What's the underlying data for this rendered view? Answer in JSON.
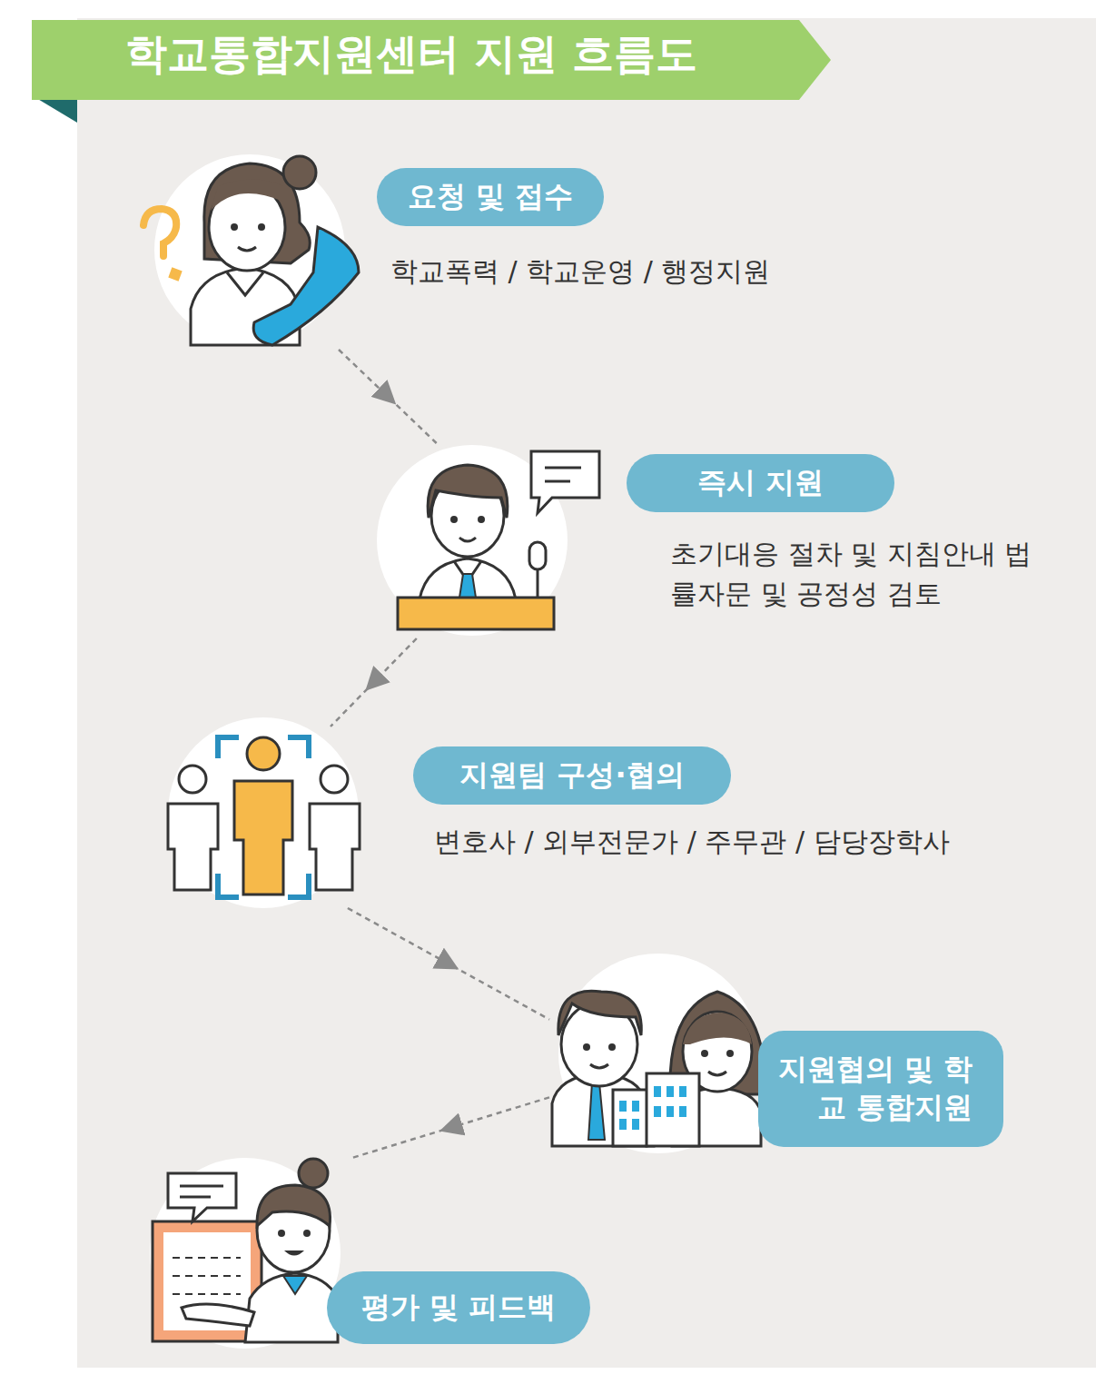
{
  "diagram": {
    "title": "학교통합지원센터 지원 흐름도",
    "nodes": [
      {
        "text": [
          "요청 및 접수",
          "학교폭력 / 학교운영 / 행정지원"
        ]
      },
      {
        "text": [
          "즉시 지원",
          "초기대응 절차 및 지침안내 법률자문 및 공정성 검토"
        ]
      },
      {
        "text": [
          "지원팀 구성·협의",
          "변호사 / 외부전문가 / 주무관 / 담당장학사"
        ]
      },
      {
        "text": [
          "지원협의 및 학교 통합지원"
        ]
      },
      {
        "text": [
          "평가 및 피드백"
        ]
      }
    ],
    "edges": [
      {
        "from": 0,
        "to": 1,
        "arrow": "to"
      },
      {
        "from": 1,
        "to": 2,
        "arrow": "to"
      },
      {
        "from": 2,
        "to": 3,
        "arrow": "to"
      },
      {
        "from": 3,
        "to": 4,
        "arrow": "to"
      }
    ]
  }
}
